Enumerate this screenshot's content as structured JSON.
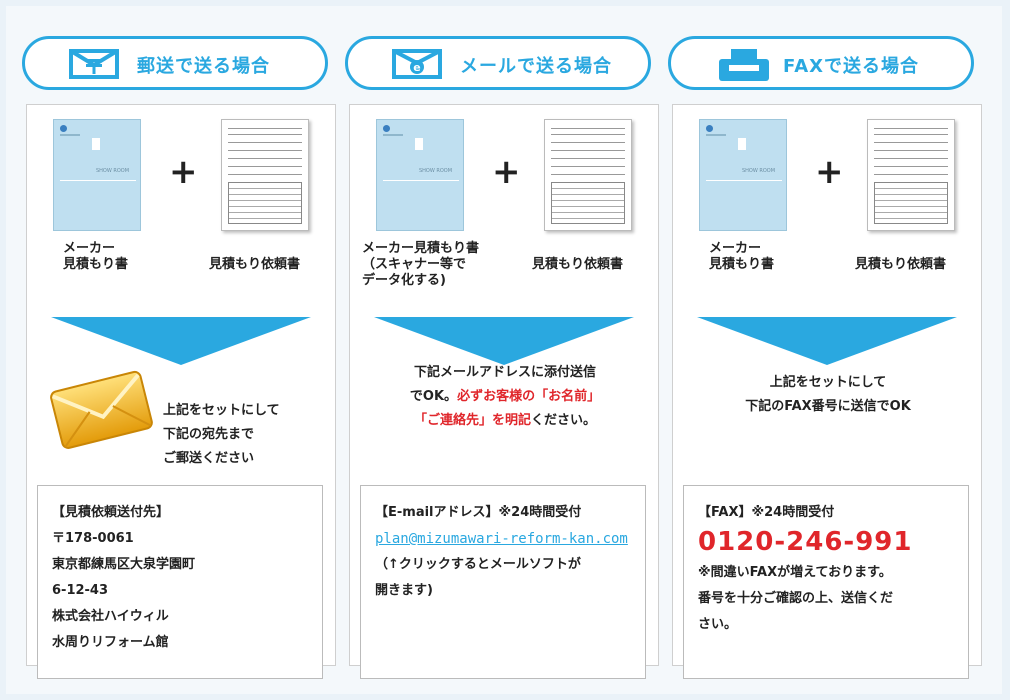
{
  "sections": {
    "mail": {
      "title": "郵送で送る場合",
      "icon": "postal-envelope-icon",
      "doc1_label": [
        "メーカー",
        "見積もり書"
      ],
      "doc2_label": "見積もり依頼書",
      "plus": "+",
      "message": [
        "上記をセットにして",
        "下記の宛先まで",
        "ご郵送ください"
      ],
      "info": {
        "heading": "【見積依頼送付先】",
        "lines": [
          "〒178-0061",
          "東京都練馬区大泉学園町",
          "6-12-43",
          "株式会社ハイウィル",
          "水周りリフォーム館"
        ]
      }
    },
    "email": {
      "title": "メールで送る場合",
      "icon": "email-envelope-icon",
      "doc1_label": [
        "メーカー見積もり書",
        "（スキャナー等で",
        "データ化する)"
      ],
      "doc2_label": "見積もり依頼書",
      "plus": "+",
      "message": {
        "line1": "下記メールアドレスに添付送信",
        "line2_pre": "でOK。",
        "line2_red": "必ずお客様の「お名前」",
        "line3_red": "「ご連絡先」を明記",
        "line3_post": "ください。"
      },
      "info": {
        "heading": "【E-mailアドレス】※24時間受付",
        "address": "plan@mizumawari-reform-kan.com",
        "note": [
          "（↑クリックするとメールソフトが",
          "開きます)"
        ]
      }
    },
    "fax": {
      "title": "FAXで送る場合",
      "icon": "fax-machine-icon",
      "doc1_label": [
        "メーカー",
        "見積もり書"
      ],
      "doc2_label": "見積もり依頼書",
      "plus": "+",
      "message": [
        "上記をセットにして",
        "下記のFAX番号に送信でOK"
      ],
      "info": {
        "heading": "【FAX】※24時間受付",
        "number": "0120-246-991",
        "note": [
          "※間違いFAXが増えております。",
          "番号を十分ご確認の上、送信くだ",
          "さい。"
        ]
      }
    }
  },
  "colors": {
    "accent": "#2aa8e0",
    "warning": "#e0262b",
    "envelope": "#f2b51c"
  },
  "doc_text": "SHOW ROOM"
}
